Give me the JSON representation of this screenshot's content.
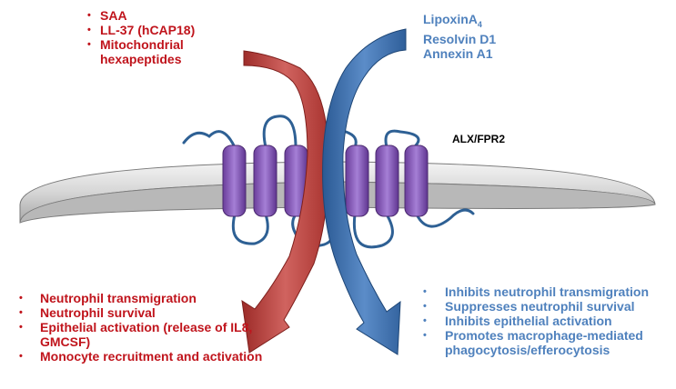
{
  "receptor_label": "ALX/FPR2",
  "pro_inflammatory_agonists": [
    "SAA",
    "LL-37 (hCAP18)",
    "Mitochondrial hexapeptides"
  ],
  "pro_resolving_agonists": [
    {
      "text": "Lipoxin",
      "sub": "4",
      "pre_sub": "A"
    },
    {
      "text": "Resolvin D1"
    },
    {
      "text": "Annexin A1"
    }
  ],
  "pro_inflammatory_effects": [
    "Neutrophil transmigration",
    "Neutrophil survival",
    "Epithelial activation (release of IL8, GMCSF)",
    "Monocyte recruitment and activation"
  ],
  "pro_resolving_effects": [
    "Inhibits neutrophil transmigration",
    "Suppresses neutrophil survival",
    "Inhibits epithelial activation",
    "Promotes macrophage-mediated phagocytosis/efferocytosis"
  ],
  "colors": {
    "pro_inflammatory": "#c0141c",
    "pro_resolving": "#4f81bd",
    "red_arrow": "#c0504d",
    "blue_arrow": "#3c6faa",
    "helix": "#8a5cc0",
    "loop": "#2e6094",
    "membrane": "#d9d9d9"
  },
  "bullet": "•"
}
